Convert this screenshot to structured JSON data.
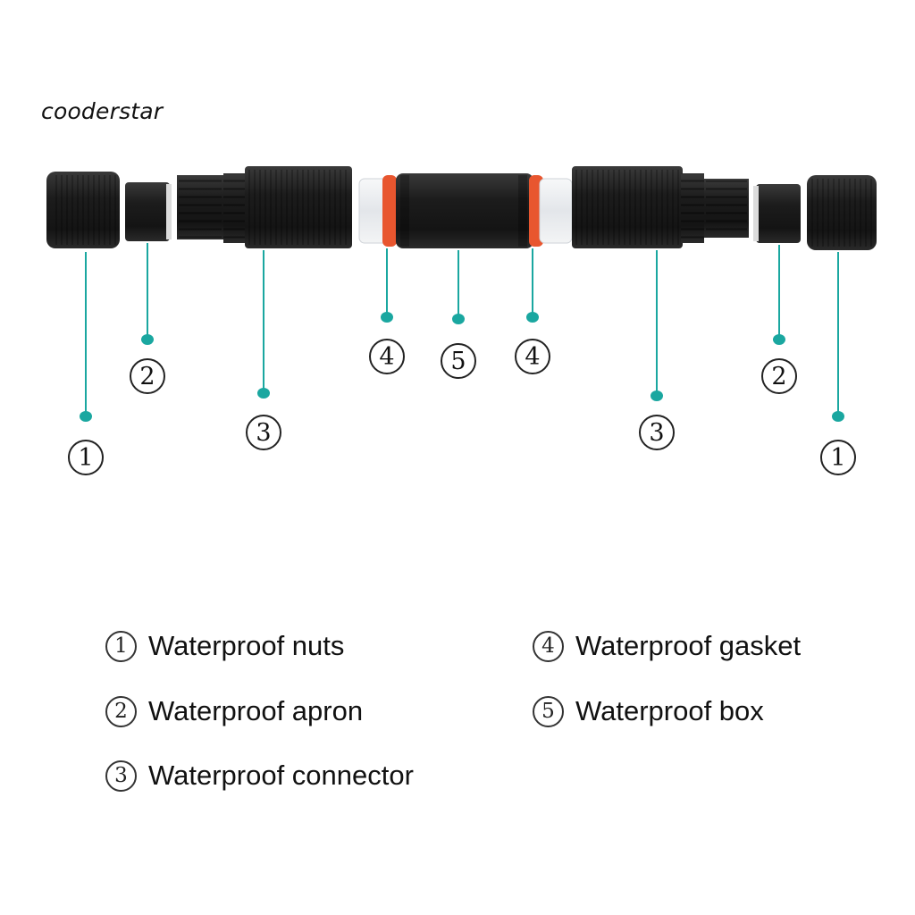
{
  "brand": "cooderstar",
  "colors": {
    "leader_line": "#1aa7a0",
    "gasket": "#e8562f",
    "part_dark": "#1e1e1e",
    "part_light": "#eceff2"
  },
  "callouts": [
    {
      "id": "nut-left",
      "number": "1"
    },
    {
      "id": "apron-left",
      "number": "2"
    },
    {
      "id": "connector-left",
      "number": "3"
    },
    {
      "id": "gasket-left",
      "number": "4"
    },
    {
      "id": "box",
      "number": "5"
    },
    {
      "id": "gasket-right",
      "number": "4"
    },
    {
      "id": "connector-right",
      "number": "3"
    },
    {
      "id": "apron-right",
      "number": "2"
    },
    {
      "id": "nut-right",
      "number": "1"
    }
  ],
  "legend": [
    {
      "number": "1",
      "label": "Waterproof nuts"
    },
    {
      "number": "2",
      "label": "Waterproof apron"
    },
    {
      "number": "3",
      "label": "Waterproof connector"
    },
    {
      "number": "4",
      "label": "Waterproof gasket"
    },
    {
      "number": "5",
      "label": "Waterproof box"
    }
  ]
}
